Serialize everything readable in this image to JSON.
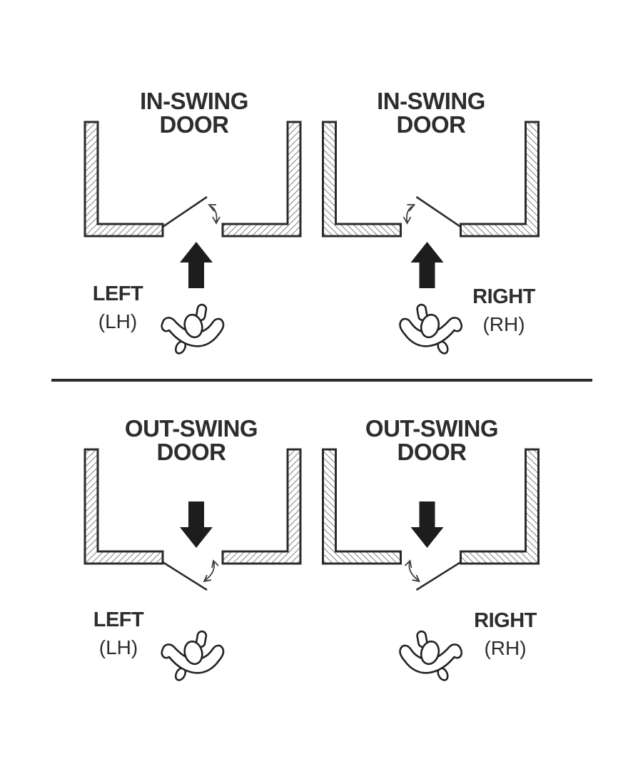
{
  "page": {
    "background_color": "#ffffff",
    "ink_color": "#2d2d2d",
    "arrow_color": "#1d1d1d",
    "wall_hatch_color": "#9a9a9a"
  },
  "icons": {
    "person": "person-top-view-icon",
    "direction_arrow": "travel-direction-arrow-icon",
    "swing_arc": "door-swing-arc-icon",
    "walls": "room-walls",
    "door": "door-leaf"
  },
  "quadrants": [
    {
      "id": "inswing-left",
      "title_line1": "IN-SWING",
      "title_line2": "DOOR",
      "hand": "LEFT",
      "hand_abbr": "(LH)",
      "swing": "in",
      "side": "left"
    },
    {
      "id": "inswing-right",
      "title_line1": "IN-SWING",
      "title_line2": "DOOR",
      "hand": "RIGHT",
      "hand_abbr": "(RH)",
      "swing": "in",
      "side": "right"
    },
    {
      "id": "outswing-left",
      "title_line1": "OUT-SWING",
      "title_line2": "DOOR",
      "hand": "LEFT",
      "hand_abbr": "(LH)",
      "swing": "out",
      "side": "left"
    },
    {
      "id": "outswing-right",
      "title_line1": "OUT-SWING",
      "title_line2": "DOOR",
      "hand": "RIGHT",
      "hand_abbr": "(RH)",
      "swing": "out",
      "side": "right"
    }
  ]
}
